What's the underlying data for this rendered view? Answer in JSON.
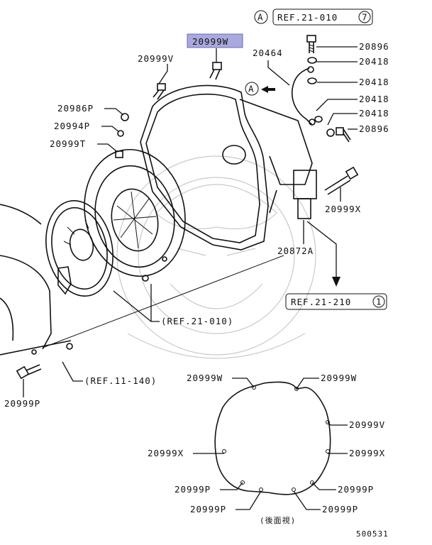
{
  "highlight_color": "#a9a9dd",
  "labels": {
    "ref_top_a": "A",
    "ref_top_text": "REF.21-010",
    "ref_top_num": "7",
    "p20999W_top": "20999W",
    "p20999V_top": "20999V",
    "p20986P": "20986P",
    "p20994P": "20994P",
    "p20999T": "20999T",
    "p20464": "20464",
    "p20896_a": "20896",
    "p20418_a": "20418",
    "p20418_b": "20418",
    "p20418_c": "20418",
    "p20418_d": "20418",
    "p20896_b": "20896",
    "marker_a": "A",
    "p20999X_right": "20999X",
    "p20872A": "20872A",
    "ref_2110_text": "REF.21-210",
    "ref_2110_num": "1",
    "ref_21010_mid": "(REF.21-010)",
    "ref_11140": "(REF.11-140)",
    "p20999P_left": "20999P",
    "b_20999W_l": "20999W",
    "b_20999W_r": "20999W",
    "b_20999V": "20999V",
    "b_20999X_l": "20999X",
    "b_20999X_r": "20999X",
    "b_20999P_1": "20999P",
    "b_20999P_2": "20999P",
    "b_20999P_3": "20999P",
    "b_20999P_4": "20999P",
    "rear_view": "(後面視)",
    "code": "500531"
  }
}
